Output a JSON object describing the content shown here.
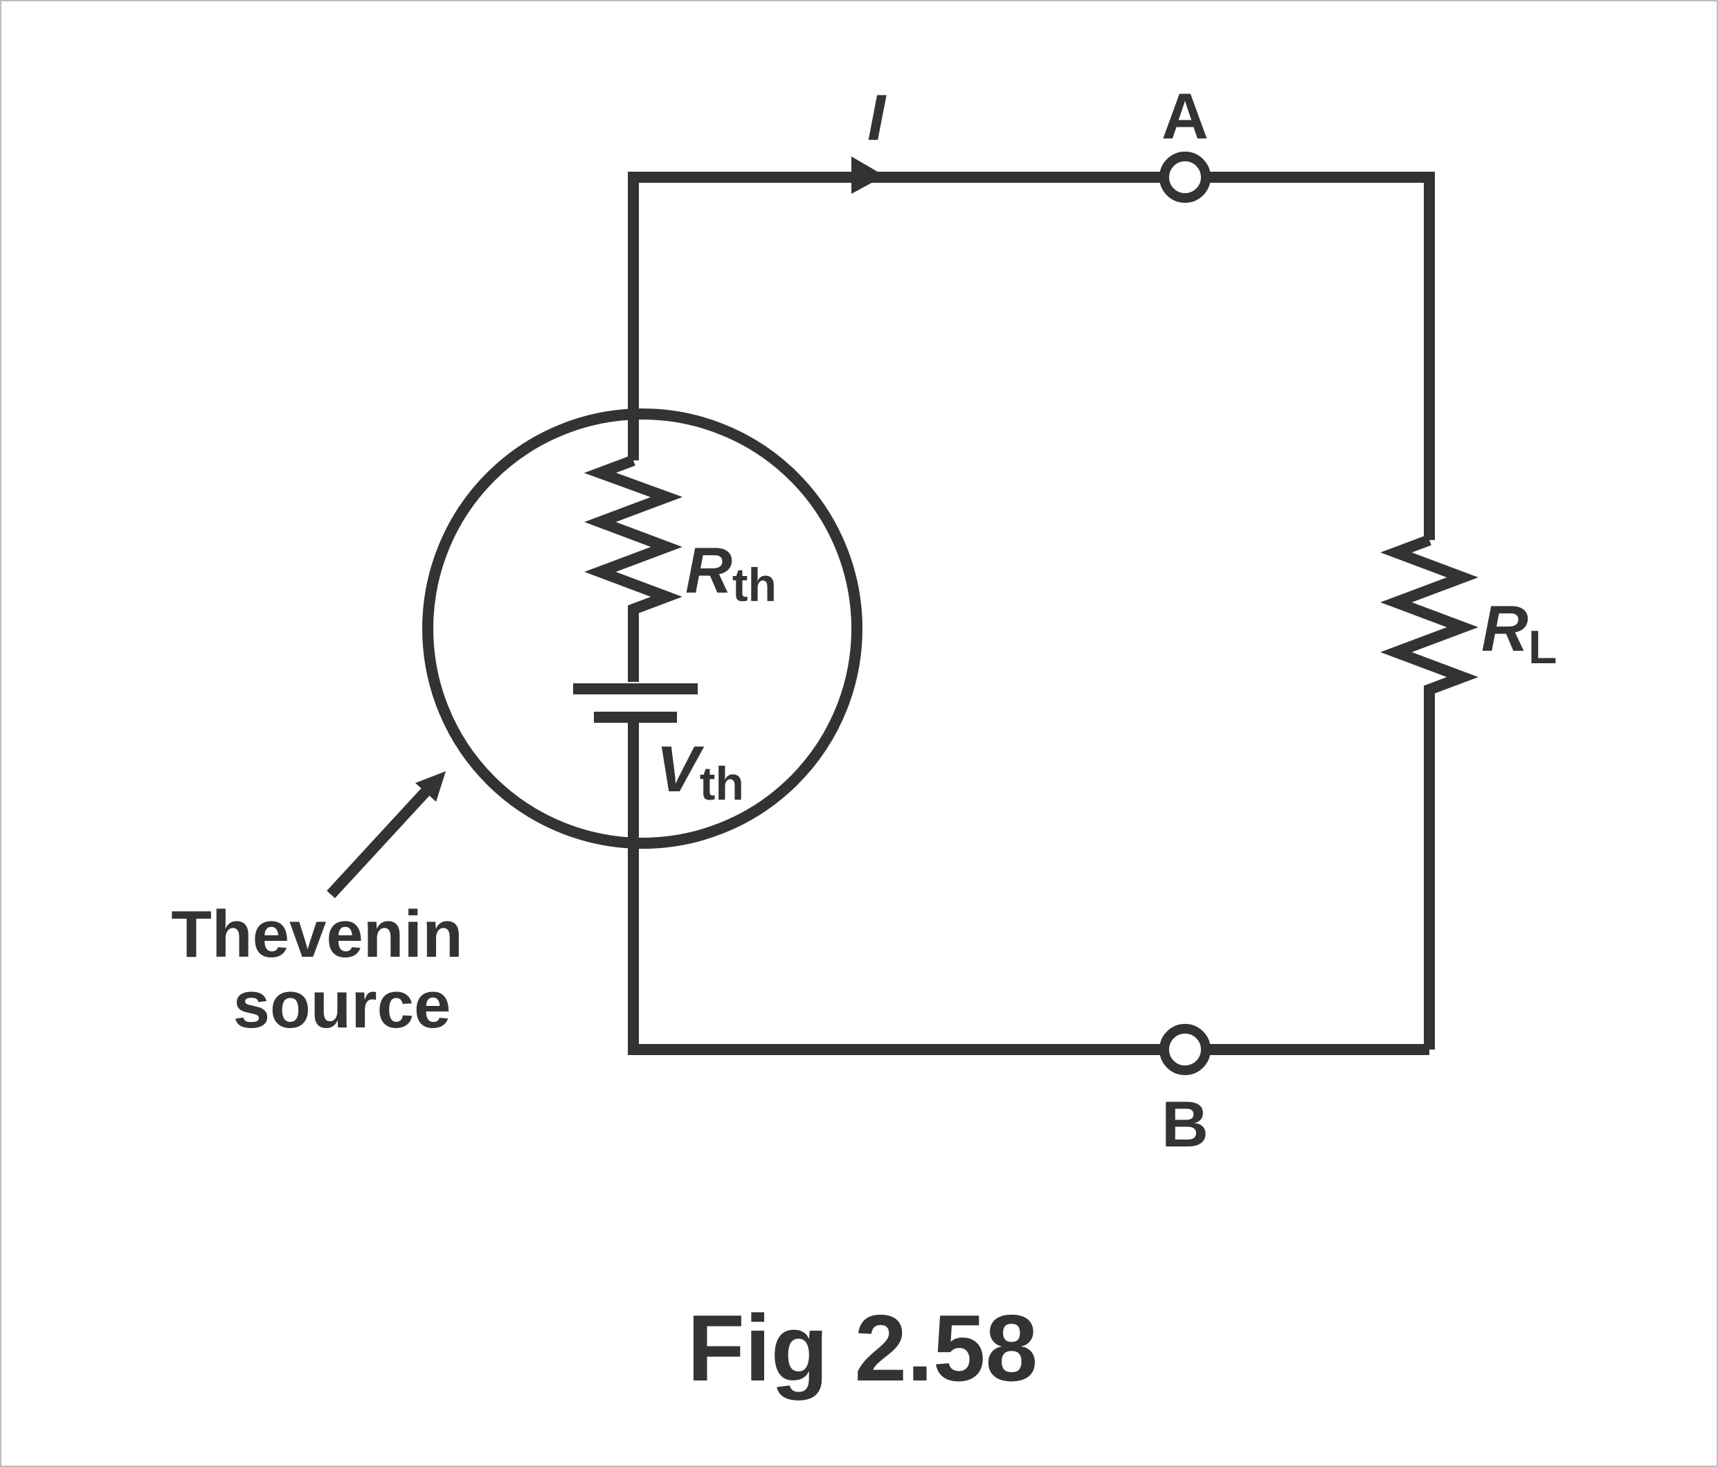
{
  "diagram": {
    "type": "circuit",
    "title": "Fig 2.58",
    "current_label": "I",
    "terminal_a_label": "A",
    "terminal_b_label": "B",
    "source_resistor": {
      "symbol": "R",
      "subscript": "th"
    },
    "source_voltage": {
      "symbol": "V",
      "subscript": "th"
    },
    "load_resistor": {
      "symbol": "R",
      "subscript": "L"
    },
    "annotation": {
      "line1": "Thevenin",
      "line2": "source"
    },
    "colors": {
      "stroke": "#333333",
      "background": "#ffffff"
    }
  }
}
